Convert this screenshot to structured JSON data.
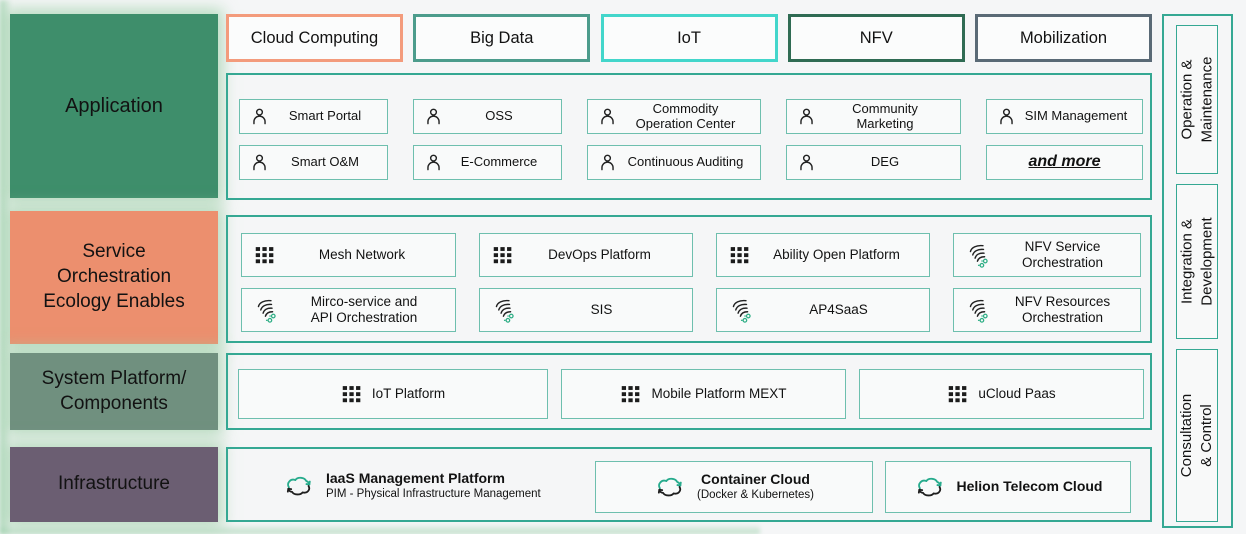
{
  "colors": {
    "panel_border": "#35A893",
    "item_border": "#6EBFAE",
    "background": "#F5F6F7",
    "glow_green": "#96CEA6",
    "icon_green": "#2EAE85",
    "icon_dark": "#1E1E1E"
  },
  "left_labels": [
    {
      "label": "Application",
      "color": "#3E8E6B"
    },
    {
      "label": "Service\nOrchestration\nEcology Enables",
      "color": "#EC8F6E"
    },
    {
      "label": "System Platform/\nComponents",
      "color": "#70907F"
    },
    {
      "label": "Infrastructure",
      "color": "#6B5E72"
    }
  ],
  "top_buttons": [
    {
      "label": "Cloud Computing",
      "border_color": "#F39B7C"
    },
    {
      "label": "Big Data",
      "border_color": "#4C9C8C"
    },
    {
      "label": "IoT",
      "border_color": "#43D6CB"
    },
    {
      "label": "NFV",
      "border_color": "#2F6B53"
    },
    {
      "label": "Mobilization",
      "border_color": "#5A6A76"
    }
  ],
  "application": {
    "row1": [
      {
        "label": "Smart Portal"
      },
      {
        "label": "OSS"
      },
      {
        "label": "Commodity\nOperation Center"
      },
      {
        "label": "Community\nMarketing"
      },
      {
        "label": "SIM Management"
      }
    ],
    "row2": [
      {
        "label": "Smart O&M"
      },
      {
        "label": "E-Commerce"
      },
      {
        "label": "Continuous Auditing"
      },
      {
        "label": "DEG"
      },
      {
        "label": "and more"
      }
    ]
  },
  "orchestration": {
    "row1": [
      {
        "label": "Mesh Network",
        "icon": "grid"
      },
      {
        "label": "DevOps Platform",
        "icon": "grid"
      },
      {
        "label": "Ability Open Platform",
        "icon": "grid"
      },
      {
        "label": "NFV Service\nOrchestration",
        "icon": "flow"
      }
    ],
    "row2": [
      {
        "label": "Mirco-service and\nAPI Orchestration",
        "icon": "flow"
      },
      {
        "label": "SIS",
        "icon": "flow"
      },
      {
        "label": "AP4SaaS",
        "icon": "flow"
      },
      {
        "label": "NFV Resources\nOrchestration",
        "icon": "flow"
      }
    ]
  },
  "platform": {
    "items": [
      {
        "label": "IoT Platform",
        "icon": "grid"
      },
      {
        "label": "Mobile Platform MEXT",
        "icon": "grid"
      },
      {
        "label": "uCloud Paas",
        "icon": "grid"
      }
    ]
  },
  "infrastructure": {
    "items": [
      {
        "title": "IaaS Management Platform",
        "subtitle": "PIM - Physical Infrastructure Management",
        "icon": "cloud"
      },
      {
        "title": "Container Cloud",
        "subtitle": "(Docker & Kubernetes)",
        "icon": "cloud"
      },
      {
        "title": "Helion Telecom Cloud",
        "icon": "cloud"
      }
    ]
  },
  "right_labels": [
    {
      "label": "Operation &\nMaintenance"
    },
    {
      "label": "Integration &\nDevelopment"
    },
    {
      "label": "Consultation & Control"
    }
  ]
}
